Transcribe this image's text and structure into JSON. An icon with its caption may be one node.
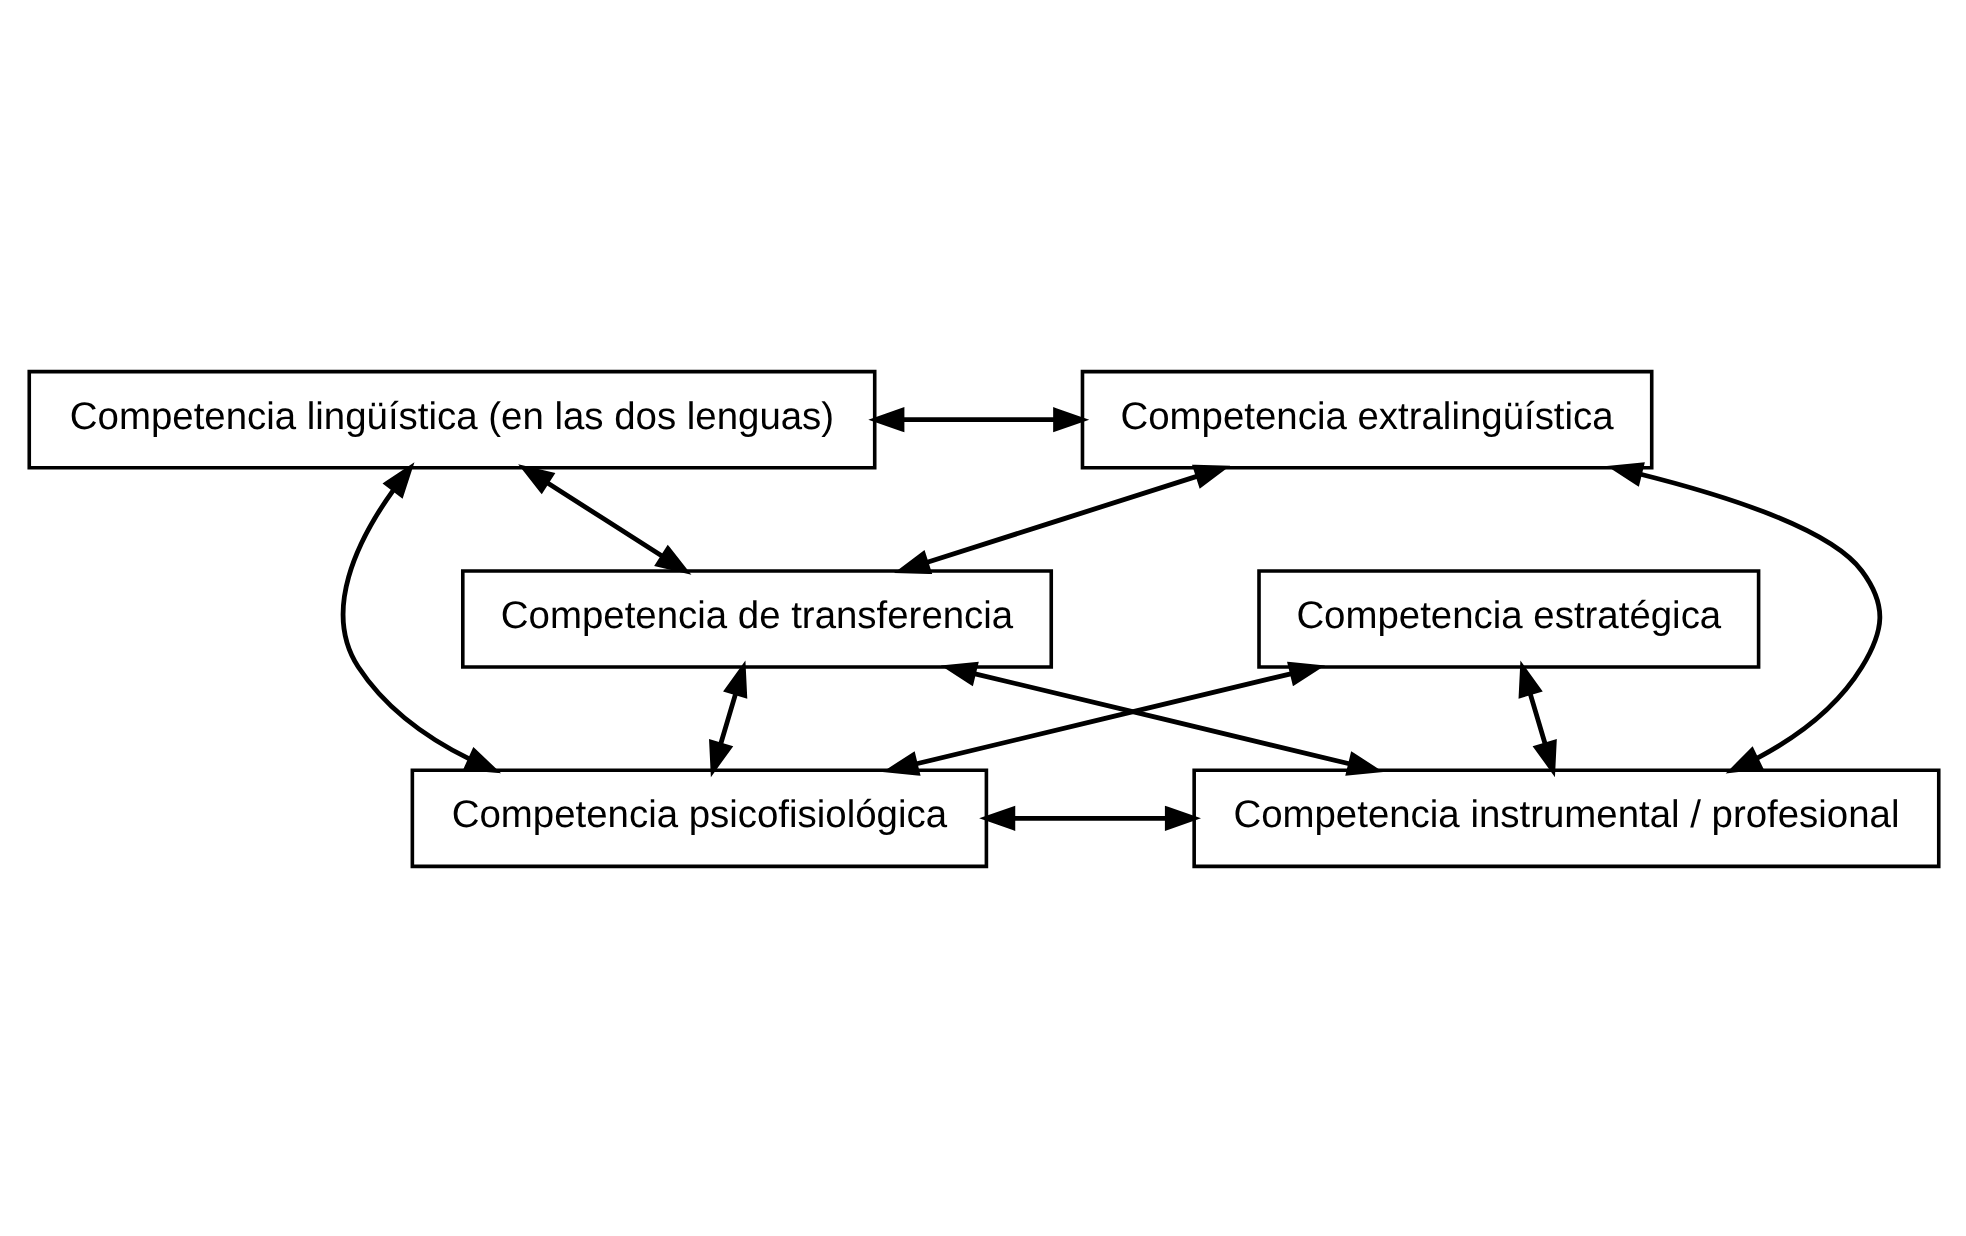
{
  "diagram": {
    "nodes": [
      {
        "text": [
          "Competencia lingüística (en las dos lenguas)"
        ]
      },
      {
        "text": [
          "Competencia extralingüística"
        ]
      },
      {
        "text": [
          "Competencia de transferencia"
        ]
      },
      {
        "text": [
          "Competencia psicofisiológica"
        ]
      },
      {
        "text": [
          "Competencia instrumental / profesional"
        ]
      },
      {
        "text": [
          "Competencia estratégica"
        ]
      }
    ],
    "edges": [
      {
        "from": 0,
        "to": 1,
        "arrow": "both"
      },
      {
        "from": 0,
        "to": 2,
        "arrow": "both"
      },
      {
        "from": 1,
        "to": 2,
        "arrow": "both"
      },
      {
        "from": 0,
        "to": 3,
        "arrow": "both"
      },
      {
        "from": 1,
        "to": 4,
        "arrow": "both"
      },
      {
        "from": 3,
        "to": 2,
        "arrow": "both"
      },
      {
        "from": 2,
        "to": 4,
        "arrow": "both"
      },
      {
        "from": 3,
        "to": 4,
        "arrow": "both"
      },
      {
        "from": 5,
        "to": 3,
        "arrow": "both"
      },
      {
        "from": 5,
        "to": 4,
        "arrow": "both"
      }
    ]
  }
}
